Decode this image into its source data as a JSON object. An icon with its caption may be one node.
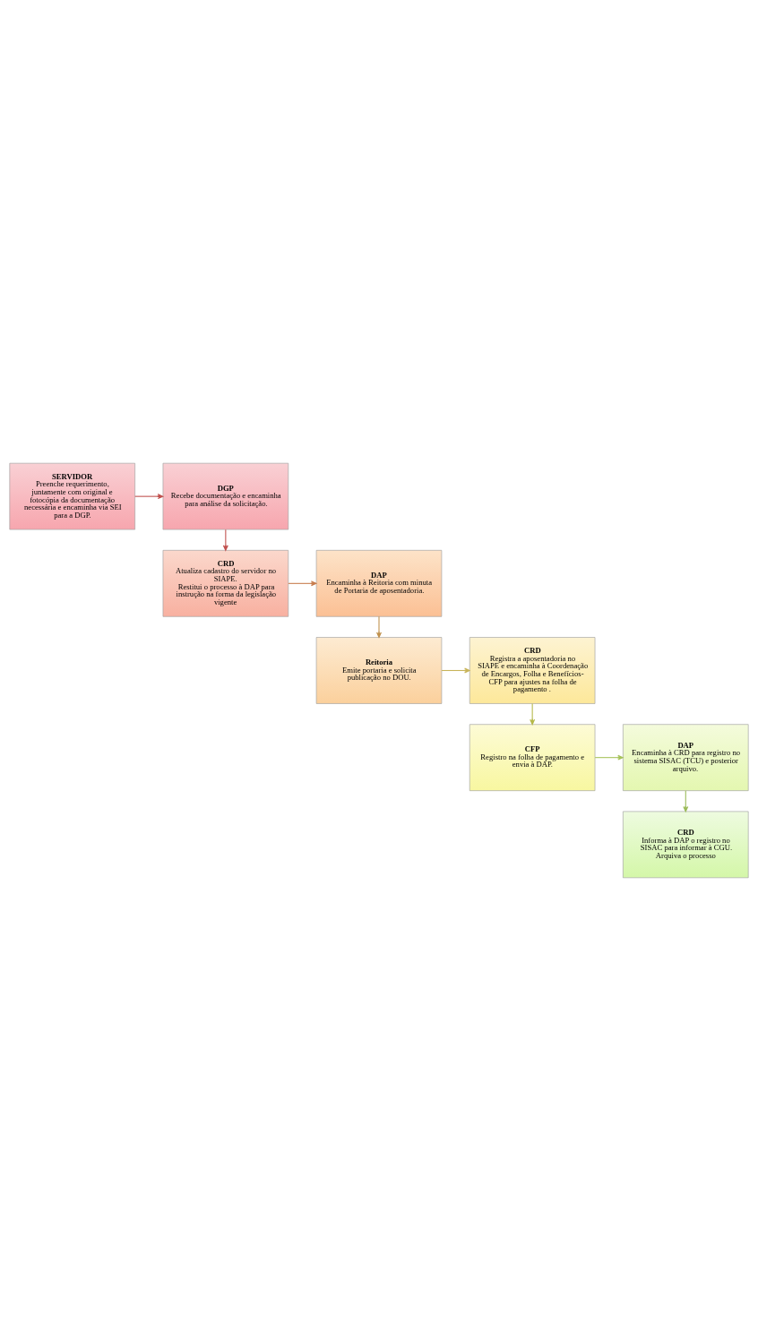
{
  "diagram": {
    "nodes": [
      {
        "text": [
          "SERVIDOR",
          "Preenche requerimento, juntamente com original e fotocópia da documentação necessária e encaminha via SEI para a DGP."
        ]
      },
      {
        "text": [
          "DGP",
          "Recebe documentação e encaminha para análise da solicitação."
        ]
      },
      {
        "text": [
          "CRD",
          "Atualiza cadastro do servidor no SIAPE.",
          "Restitui o processo à DAP para instrução na forma da legislação vigente"
        ]
      },
      {
        "text": [
          "DAP",
          "Encaminha à Reitoria com minuta de Portaria de aposentadoria."
        ]
      },
      {
        "text": [
          "Reitoria",
          "Emite portaria e solicita publicação no DOU."
        ]
      },
      {
        "text": [
          "CRD",
          "Registra a aposentadoria no SIAPE e encaminha à Coordenação de Encargos, Folha e Benefícios-CFP para ajustes na folha de pagamento ."
        ]
      },
      {
        "text": [
          "CFP",
          "Registro na folha de pagamento e envia à DAP."
        ]
      },
      {
        "text": [
          "DAP",
          "Encaminha à CRD para registro no sistema SISAC (TCU) e posterior arquivo."
        ]
      },
      {
        "text": [
          "CRD",
          "Informa à DAP o registro no SISAC para informar à CGU. Arquiva o processo"
        ]
      }
    ],
    "edges": [
      {
        "from": 0,
        "to": 1,
        "arrow": "to",
        "color": "#c0504d"
      },
      {
        "from": 1,
        "to": 2,
        "arrow": "to",
        "color": "#c0504d"
      },
      {
        "from": 2,
        "to": 3,
        "arrow": "to",
        "color": "#c77c4d"
      },
      {
        "from": 3,
        "to": 4,
        "arrow": "to",
        "color": "#c0914d"
      },
      {
        "from": 4,
        "to": 5,
        "arrow": "to",
        "color": "#c8b45a"
      },
      {
        "from": 5,
        "to": 6,
        "arrow": "to",
        "color": "#b5b84a"
      },
      {
        "from": 6,
        "to": 7,
        "arrow": "to",
        "color": "#a6c25a"
      },
      {
        "from": 7,
        "to": 8,
        "arrow": "to",
        "color": "#9bbb59"
      }
    ]
  }
}
